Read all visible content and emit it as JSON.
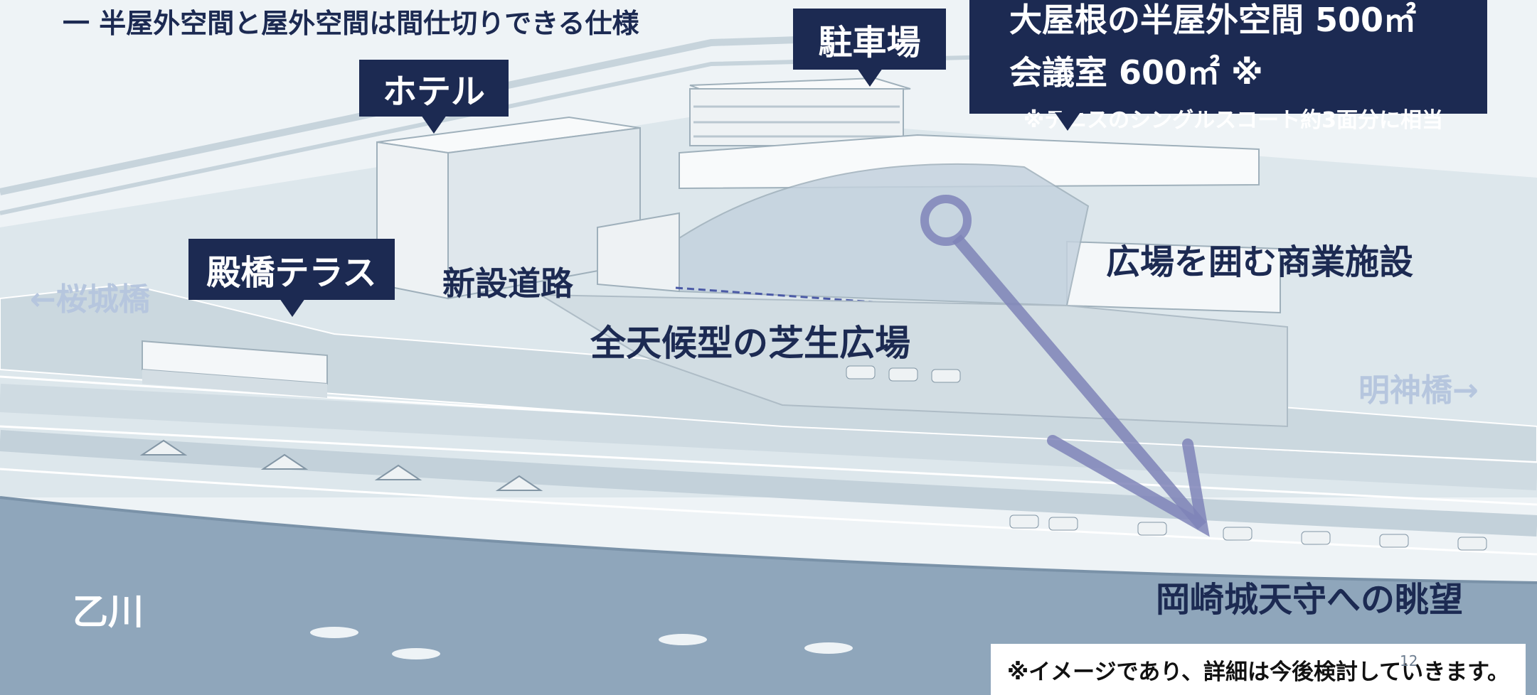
{
  "top_note": "一 半屋外空間と屋外空間は間仕切りできる仕様",
  "labels": {
    "hotel": "ホテル",
    "parking": "駐車場",
    "dono_bashi_terrace": "殿橋テラス",
    "new_road": "新設道路",
    "commercial": "広場を囲む商業施設",
    "lawn_plaza": "全天候型の芝生広場",
    "sakurajo_bridge": "←桜城橋",
    "myojin_bridge": "明神橋→",
    "river": "乙川",
    "castle_view": "岡崎城天守への眺望"
  },
  "info_box": {
    "line1": "大屋根の半屋外空間 500㎡",
    "line2": "会議室 600㎡ ※",
    "note": "※テニスのシングルスコート約3面分に相当"
  },
  "disclaimer": "※イメージであり、詳細は今後検討していきます。",
  "page_number": "12",
  "colors": {
    "navy": "#1c2a52",
    "light_label": "#b6c6de",
    "river": "#8fa6bb",
    "arrow": "#7f84b8",
    "ground": "#d9e4e9"
  }
}
